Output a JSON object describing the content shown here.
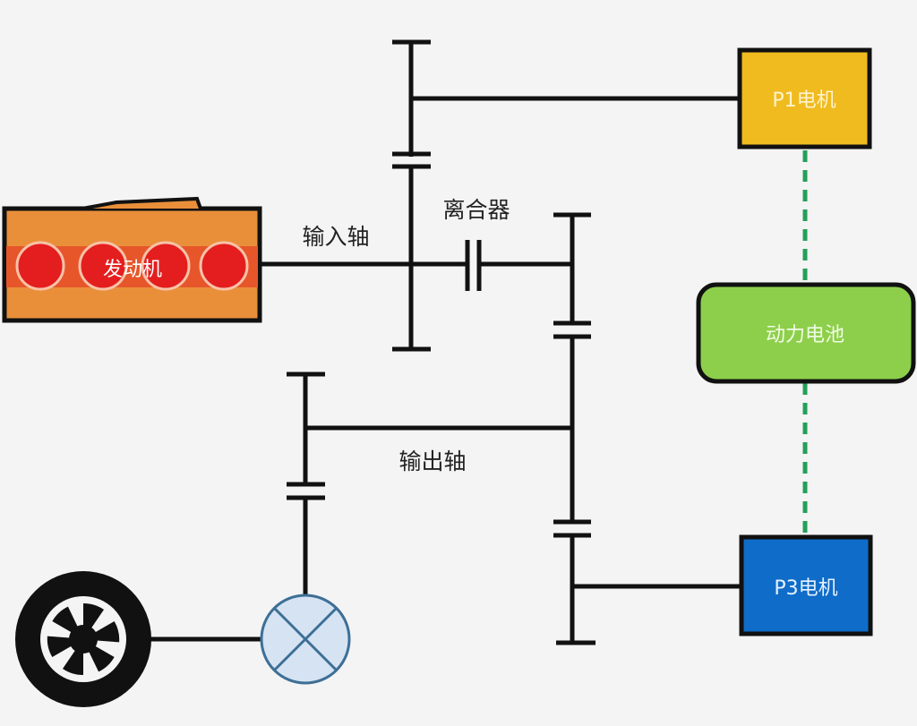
{
  "diagram": {
    "title": "P1+P3 hybrid powertrain schematic",
    "labels": {
      "engine": "发动机",
      "input_shaft": "输入轴",
      "clutch": "离合器",
      "output_shaft": "输出轴",
      "p1_motor": "P1电机",
      "battery": "动力电池",
      "p3_motor": "P3电机"
    },
    "colors": {
      "background": "#f4f4f4",
      "line": "#111111",
      "engine_body": "#e98f3a",
      "engine_band": "#e6562a",
      "engine_cylinder": "#e41e1e",
      "cylinder_ring": "#f7c2a8",
      "p1_motor": "#f0bb1e",
      "battery": "#8dcf4b",
      "p3_motor": "#0f6cc8",
      "electric_link": "#23a05a",
      "differential_fill": "#d6e3f3",
      "differential_stroke": "#3d6f96",
      "light_text": "#fff3d0"
    },
    "icons": {
      "wheel": "wheel-icon",
      "differential": "differential-icon",
      "clutch": "clutch-icon",
      "gear": "gear-icon"
    }
  }
}
